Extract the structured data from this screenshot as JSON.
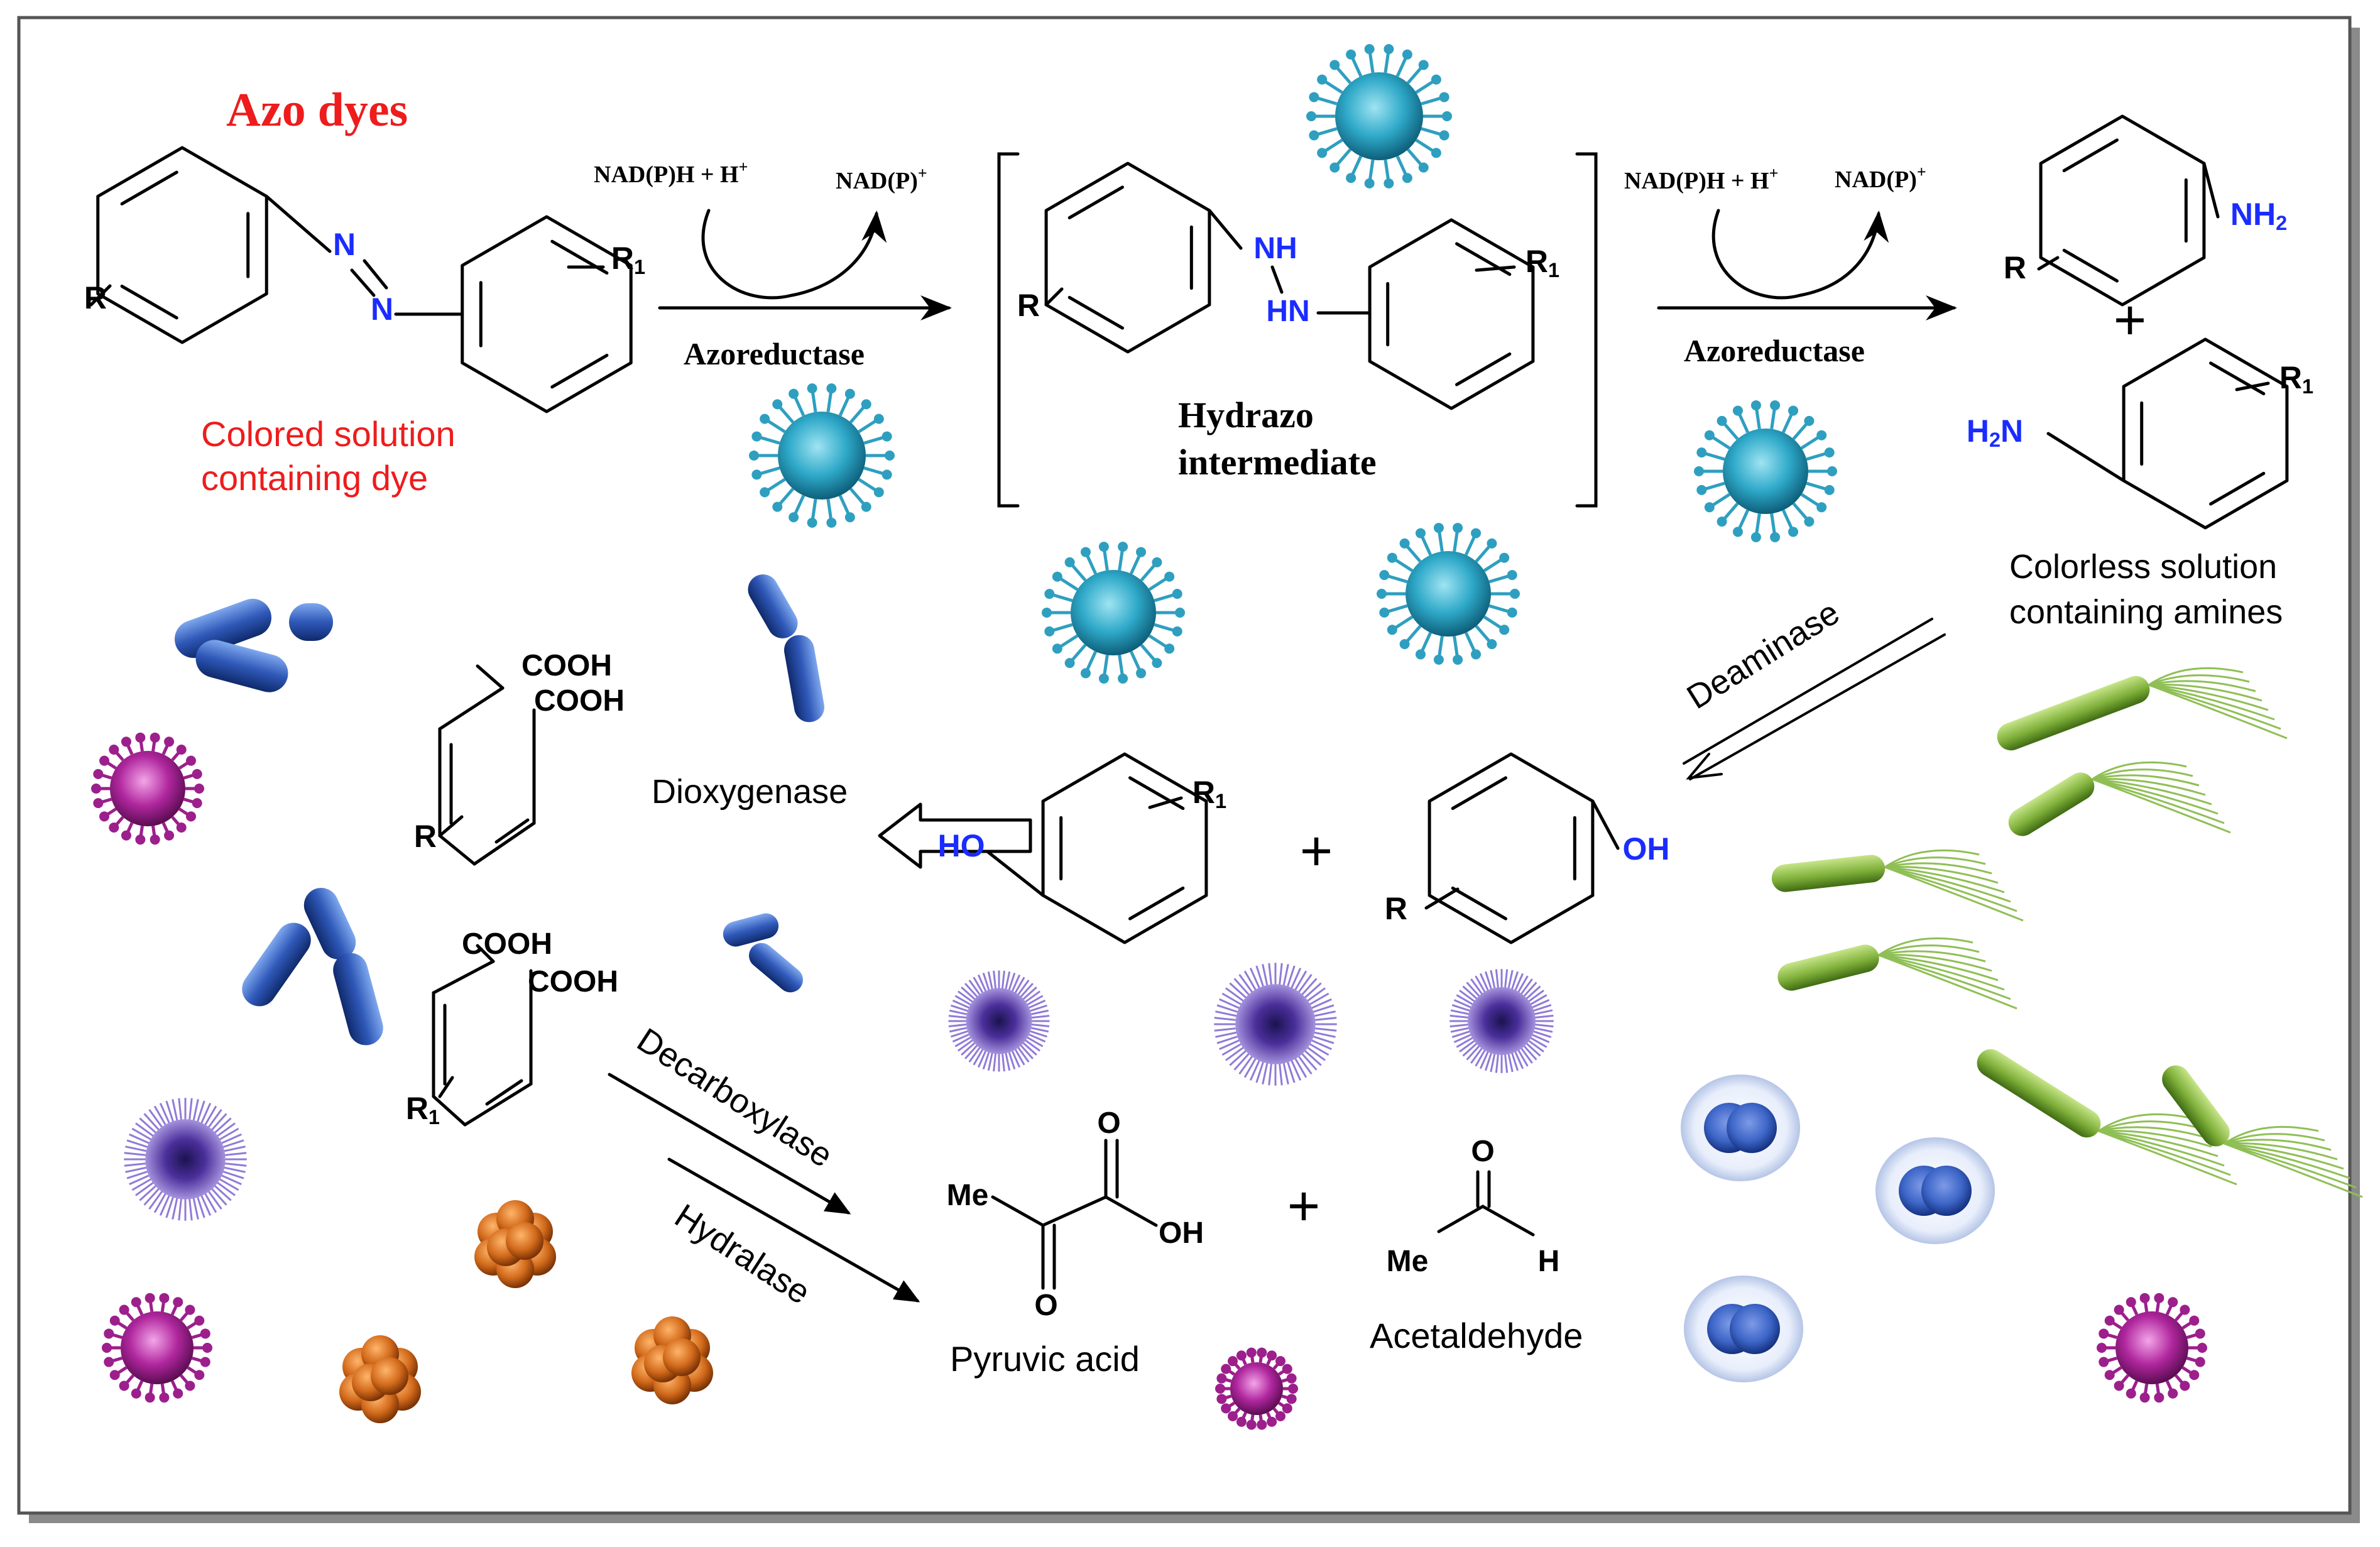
{
  "colors": {
    "title_red": "#ee1c1c",
    "nitrogen_blue": "#1a2cff",
    "oxygen_blue": "#1a2cff",
    "bond_black": "#000000",
    "frame_gray": "#555555",
    "virus_cyan": "#2fa9c9",
    "virus_magenta": "#b0279e",
    "virus_purple": "#7b58c6",
    "rod_blue": "#2f58b8",
    "helico_green": "#7fb03a",
    "coccus_orange": "#d26a1b",
    "diplococcus_blue": "#3d66c8"
  },
  "labels": {
    "title": "Azo dyes",
    "colored_solution_line1": "Colored solution",
    "colored_solution_line2": "containing dye",
    "cofactor_left_1": "NAD(P)H + H",
    "cofactor_left_1_sup": "+",
    "cofactor_right_1": "NAD(P)",
    "cofactor_right_1_sup": "+",
    "enzyme_1": "Azoreductase",
    "intermediate_line1": "Hydrazo",
    "intermediate_line2": "intermediate",
    "cofactor_left_2": "NAD(P)H + H",
    "cofactor_left_2_sup": "+",
    "cofactor_right_2": "NAD(P)",
    "cofactor_right_2_sup": "+",
    "enzyme_2": "Azoreductase",
    "colorless_line1": "Colorless solution",
    "colorless_line2": "containing amines",
    "enzyme_deaminase": "Deaminase",
    "enzyme_dioxygenase": "Dioxygenase",
    "enzyme_decarboxylase": "Decarboxylase",
    "enzyme_hydralase": "Hydralase",
    "pyruvic_acid": "Pyruvic acid",
    "acetaldehyde": "Acetaldehyde",
    "plus": "+"
  },
  "atoms": {
    "R": "R",
    "R1_main": "R",
    "R1_sub": "1",
    "N": "N",
    "NH": "NH",
    "HN": "HN",
    "NH2_main": "NH",
    "NH2_sub": "2",
    "H2N_h": "H",
    "H2N_sub": "2",
    "H2N_n": "N",
    "HO": "HO",
    "OH": "OH",
    "COOH": "COOH",
    "O": "O",
    "Me": "Me",
    "H": "H"
  }
}
